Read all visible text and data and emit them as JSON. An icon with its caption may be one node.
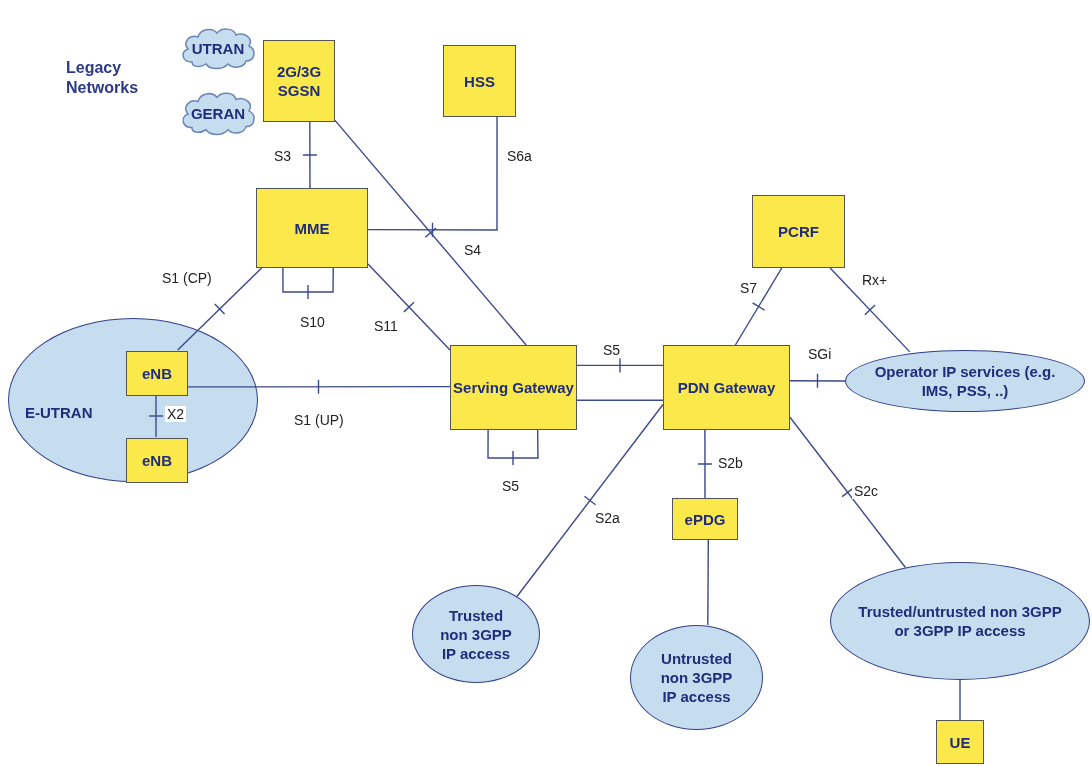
{
  "diagram": {
    "nodes": [
      {
        "text": [
          "UTRAN"
        ]
      },
      {
        "text": [
          "GERAN"
        ]
      },
      {
        "text": [
          "2G/3G SGSN"
        ]
      },
      {
        "text": [
          "HSS"
        ]
      },
      {
        "text": [
          "MME"
        ]
      },
      {
        "text": [
          "PCRF"
        ]
      },
      {
        "text": [
          "E-UTRAN"
        ]
      },
      {
        "text": [
          "eNB"
        ],
        "in": 6
      },
      {
        "text": [
          "eNB"
        ],
        "in": 6
      },
      {
        "text": [
          "Serving Gateway"
        ]
      },
      {
        "text": [
          "PDN Gateway"
        ]
      },
      {
        "text": [
          "Operator IP services (e.g. IMS, PSS, ..)"
        ]
      },
      {
        "text": [
          "ePDG"
        ]
      },
      {
        "text": [
          "Trusted non 3GPP IP access"
        ]
      },
      {
        "text": [
          "Untrusted non 3GPP IP access"
        ]
      },
      {
        "text": [
          "Trusted/untrusted non 3GPP or 3GPP IP access"
        ]
      },
      {
        "text": [
          "UE"
        ]
      }
    ],
    "edges": [
      {
        "from": 2,
        "to": 4,
        "arrow": "none",
        "label": "S3"
      },
      {
        "from": 4,
        "to": 3,
        "arrow": "none",
        "label": "S6a"
      },
      {
        "from": 2,
        "to": 9,
        "arrow": "none",
        "label": "S4"
      },
      {
        "from": 4,
        "to": 7,
        "arrow": "none",
        "label": "S1 (CP)"
      },
      {
        "from": 4,
        "to": 4,
        "arrow": "none",
        "label": "S10"
      },
      {
        "from": 4,
        "to": 9,
        "arrow": "none",
        "label": "S11"
      },
      {
        "from": 7,
        "to": 9,
        "arrow": "none",
        "label": "S1 (UP)"
      },
      {
        "from": 7,
        "to": 8,
        "arrow": "none",
        "label": "X2"
      },
      {
        "from": 9,
        "to": 10,
        "arrow": "none",
        "label": "S5"
      },
      {
        "from": 9,
        "to": 10,
        "arrow": "none"
      },
      {
        "from": 9,
        "to": 9,
        "arrow": "none",
        "label": "S5"
      },
      {
        "from": 5,
        "to": 10,
        "arrow": "none",
        "label": "S7"
      },
      {
        "from": 5,
        "to": 11,
        "arrow": "none",
        "label": "Rx+"
      },
      {
        "from": 10,
        "to": 11,
        "arrow": "none",
        "label": "SGi"
      },
      {
        "from": 10,
        "to": 12,
        "arrow": "none",
        "label": "S2b"
      },
      {
        "from": 10,
        "to": 13,
        "arrow": "none",
        "label": "S2a"
      },
      {
        "from": 10,
        "to": 15,
        "arrow": "none",
        "label": "S2c"
      },
      {
        "from": 12,
        "to": 14,
        "arrow": "none"
      },
      {
        "from": 15,
        "to": 16,
        "arrow": "none"
      }
    ],
    "labels": [
      "Legacy Networks"
    ]
  }
}
